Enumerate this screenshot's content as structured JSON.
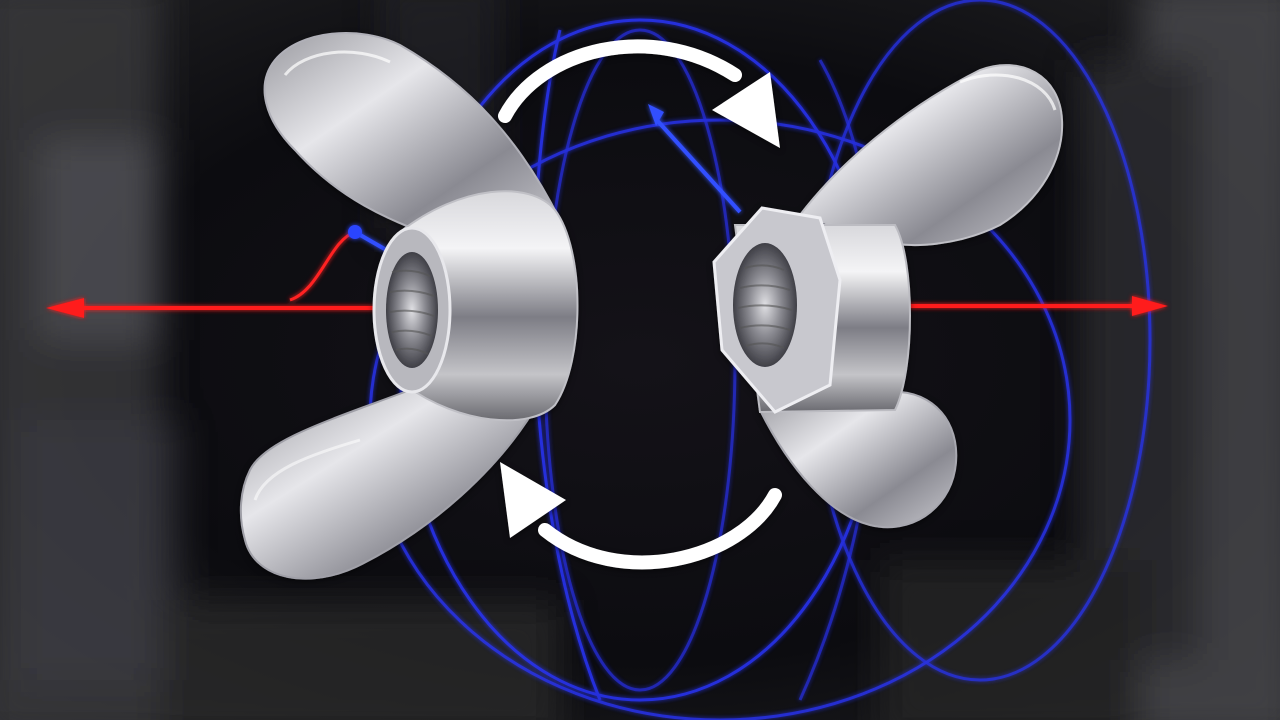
{
  "scene": {
    "colors": {
      "background": "#0b0b0e",
      "spin_axis_arrow": "#ff1a1a",
      "field_lines": "#2a35ff",
      "metal_light": "#e8e8ec",
      "metal_dark": "#5a5a62",
      "rotation_arrows": "#ffffff"
    },
    "icons": {
      "left_object": "wing-nut",
      "right_object": "wing-nut",
      "rotation": "circular-arrows"
    }
  }
}
